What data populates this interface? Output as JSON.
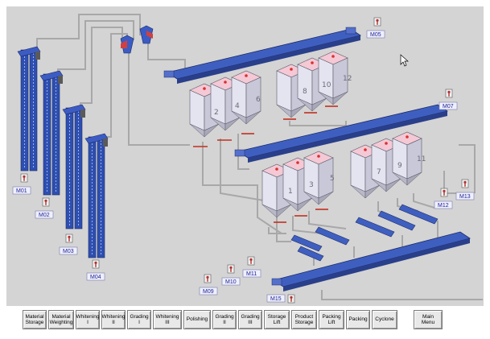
{
  "motors": [
    {
      "id": "M01",
      "label": "M01"
    },
    {
      "id": "M02",
      "label": "M02"
    },
    {
      "id": "M03",
      "label": "M03"
    },
    {
      "id": "M04",
      "label": "M04"
    },
    {
      "id": "M05",
      "label": "M05"
    },
    {
      "id": "M07",
      "label": "M07"
    },
    {
      "id": "M09",
      "label": "M09"
    },
    {
      "id": "M10",
      "label": "M10"
    },
    {
      "id": "M11",
      "label": "M11"
    },
    {
      "id": "M12",
      "label": "M12"
    },
    {
      "id": "M13",
      "label": "M13"
    },
    {
      "id": "M15",
      "label": "M15"
    }
  ],
  "silos": {
    "top_left": [
      "2",
      "4",
      "6"
    ],
    "top_right": [
      "8",
      "10",
      "12"
    ],
    "bottom_left": [
      "1",
      "3",
      "5"
    ],
    "bottom_right": [
      "7",
      "9",
      "11"
    ]
  },
  "menu": [
    {
      "id": "material-storage",
      "label": "Material Storage"
    },
    {
      "id": "material-weighting",
      "label": "Material Weighting"
    },
    {
      "id": "whitening-1",
      "label": "Whitening I"
    },
    {
      "id": "whitening-2",
      "label": "Whitening II"
    },
    {
      "id": "grading-1",
      "label": "Grading I"
    },
    {
      "id": "whitening-3",
      "label": "Whitening III"
    },
    {
      "id": "polishing",
      "label": "Polishing"
    },
    {
      "id": "grading-2",
      "label": "Grading II"
    },
    {
      "id": "grading-3",
      "label": "Grading III"
    },
    {
      "id": "storage-lift",
      "label": "Storage Lift"
    },
    {
      "id": "product-storage",
      "label": "Product Storage"
    },
    {
      "id": "packing-lift",
      "label": "Packing Lift"
    },
    {
      "id": "packing",
      "label": "Packing"
    },
    {
      "id": "cyclone",
      "label": "Cyclone"
    },
    {
      "id": "main-menu",
      "label": "Main Menu"
    }
  ],
  "colors": {
    "background": "#d4d4d4",
    "conveyor": "#3f5fc0",
    "silo_top": "#f4c8d4",
    "silo_body": "#dcdcec",
    "pipe": "#a8a8a8",
    "elevator": "#2e4fb0",
    "motor_icon": "#b03030",
    "valve": "#c03020"
  }
}
